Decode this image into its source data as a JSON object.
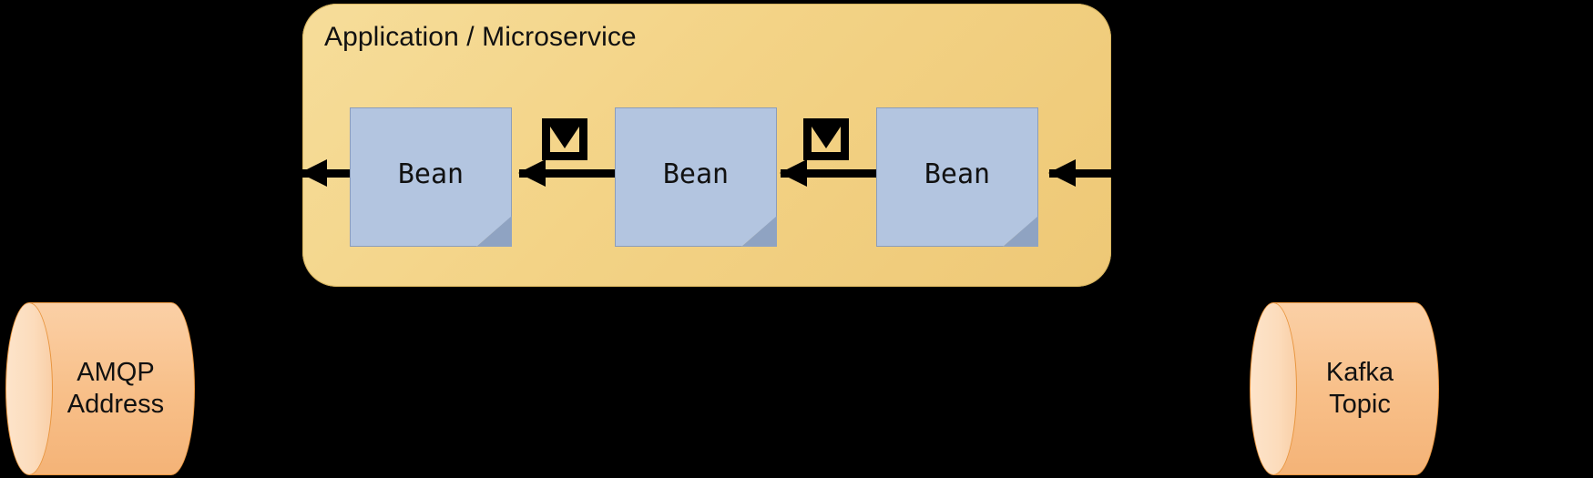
{
  "diagram": {
    "title": "Application / Microservice",
    "background_color": "#000000",
    "panel": {
      "label": "Application / Microservice",
      "fill_color": "#f3d386",
      "border_color": "#d8b55f"
    },
    "beans": [
      {
        "label": "Bean",
        "fill_color": "#b3c5e0",
        "fold_color": "#8fa3c2"
      },
      {
        "label": "Bean",
        "fill_color": "#b3c5e0",
        "fold_color": "#8fa3c2"
      },
      {
        "label": "Bean",
        "fill_color": "#b3c5e0",
        "fold_color": "#8fa3c2"
      }
    ],
    "envelopes": [
      {
        "name": "message-envelope",
        "color": "#000000"
      },
      {
        "name": "message-envelope",
        "color": "#000000"
      }
    ],
    "arrows": [
      {
        "name": "arrow-out-to-amqp",
        "direction": "left",
        "color": "#000000"
      },
      {
        "name": "arrow-bean3-to-bean2",
        "direction": "left",
        "color": "#000000"
      },
      {
        "name": "arrow-bean2-to-bean1",
        "direction": "left",
        "color": "#000000"
      },
      {
        "name": "arrow-in-from-kafka",
        "direction": "left",
        "color": "#000000"
      }
    ],
    "endpoints": {
      "left": {
        "line1": "AMQP",
        "line2": "Address",
        "fill_color": "#f8c08a",
        "border_color": "#e8953f"
      },
      "right": {
        "line1": "Kafka",
        "line2": "Topic",
        "fill_color": "#f8c08a",
        "border_color": "#e8953f"
      }
    }
  }
}
